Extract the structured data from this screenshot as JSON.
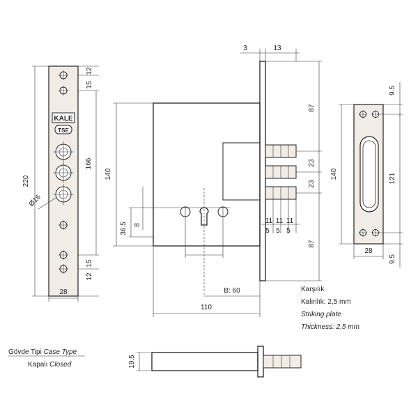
{
  "faceplate": {
    "brand": "KALE",
    "cert": "TSE",
    "dims": {
      "total_height": "220",
      "hole_span": "166",
      "top_1": "12",
      "top_2": "15",
      "bottom_1": "15",
      "bottom_2": "12",
      "width": "28",
      "diameter": "Ø16"
    }
  },
  "case": {
    "dims": {
      "case_height": "140",
      "front_top": "3",
      "front_width": "13",
      "upper": "87",
      "lower": "87",
      "bolt_gap_1": "23",
      "bolt_gap_2": "23",
      "key_offset": "36.5",
      "key_small": "8",
      "bolt_widths": [
        "11",
        "11",
        "11"
      ],
      "bolt_lows": [
        "5",
        "5",
        "5"
      ],
      "backset": "B: 60",
      "depth": "110"
    }
  },
  "striking_plate": {
    "title": "Karşılık",
    "thickness_tr": "Kalınlık: 2,5 mm",
    "title_en": "Striking plate",
    "thickness_en": "Thickness: 2,5 mm",
    "dims": {
      "height": "140",
      "slot": "121",
      "top_off": "9.5",
      "bottom_off": "9.5",
      "width": "28"
    }
  },
  "case_type": {
    "label_tr": "Gövde Tipi",
    "label_en": "Case Type",
    "value_tr": "Kapalı",
    "value_en": "Closed"
  },
  "bottom_view": {
    "thickness": "19.5"
  }
}
